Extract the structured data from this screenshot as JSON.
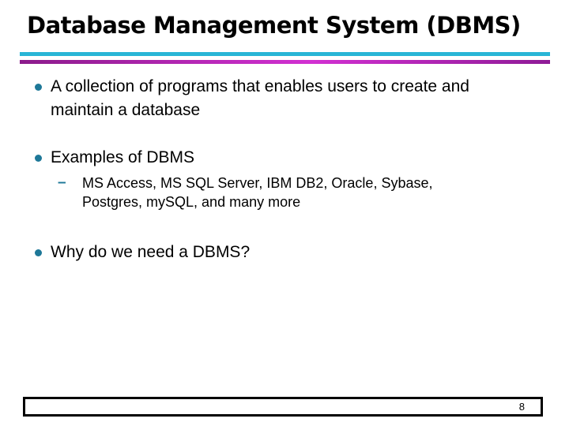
{
  "slide": {
    "title": "Database Management System (DBMS)",
    "bullets": [
      {
        "text": "A collection of programs that enables users to create and\nmaintain a database"
      },
      {
        "text": "Examples of DBMS"
      },
      {
        "text": "Why do we need a DBMS?"
      }
    ],
    "sub_bullet": {
      "marker": "–",
      "text": "MS Access, MS SQL Server, IBM DB2, Oracle, Sybase,\nPostgres, mySQL, and many more"
    },
    "footer": {
      "page_number": "8"
    },
    "colors": {
      "bullet_teal": "#1E7898",
      "line_cyan": "#29B5D6",
      "line_magenta_left": "#8B1B8B",
      "line_magenta_mid": "#D230D2",
      "line_magenta_right": "#8E1B96"
    }
  }
}
